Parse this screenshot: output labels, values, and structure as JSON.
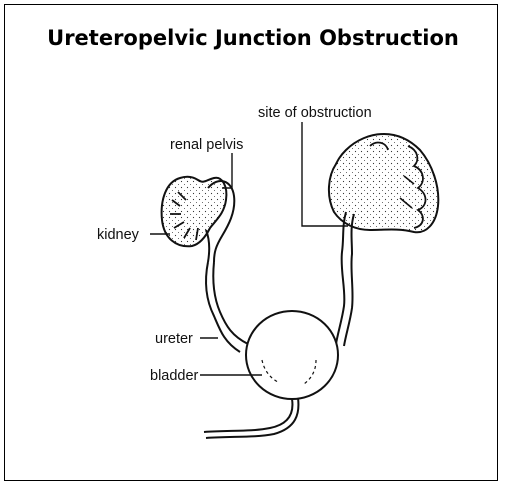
{
  "title": "Ureteropelvic Junction Obstruction",
  "labels": {
    "site_of_obstruction": "site of obstruction",
    "renal_pelvis": "renal pelvis",
    "kidney": "kidney",
    "ureter": "ureter",
    "bladder": "bladder"
  },
  "colors": {
    "stroke": "#111111",
    "background": "#ffffff"
  }
}
